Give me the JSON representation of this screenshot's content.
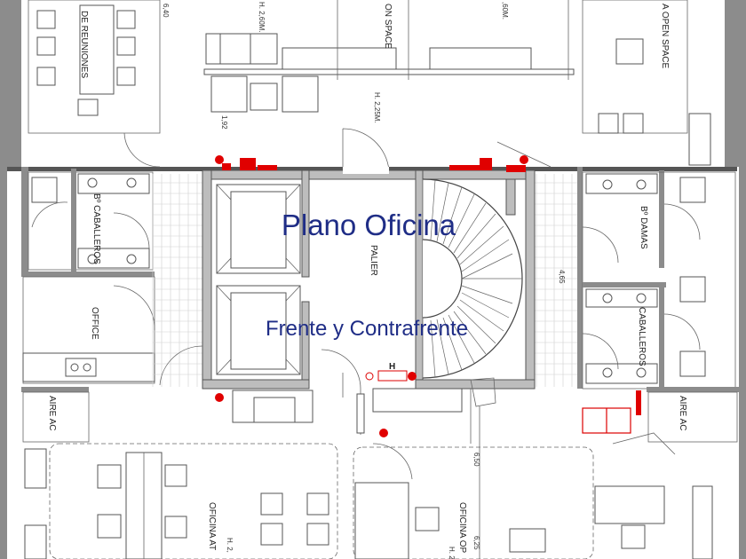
{
  "title": "Plano Oficina",
  "subtitle": "Frente y Contrafrente",
  "colors": {
    "title": "#1f2d86",
    "fire_equipment": "#e00000",
    "walls": "#8c8c8c"
  },
  "rooms": {
    "reuniones": "DE REUNIONES",
    "open_space_center": "ON SPACE",
    "open_space_right": "A OPEN SPACE",
    "palier": "PALIER",
    "banos_caballeros_left": "Bº CABALLEROS",
    "office": "OFFICE",
    "aire_ac_left": "AIRE AC",
    "banos_damas": "Bº DAMAS",
    "banos_caballeros_right": "CABALLEROS",
    "aire_ac_right": "AIRE AC",
    "oficina_bottom_left": "OFICINA AT",
    "oficina_bottom_mid": "OFICINA OP"
  },
  "dimensions": {
    "h_2_60": "H. 2,60M.",
    "h_2_25": "H. 2,25M.",
    "h_60": ",60M.",
    "d_6_40": "6,40",
    "d_1_92": "1,92",
    "d_4_65": "4,65",
    "d_6_50": "6,50",
    "d_6_25": "6,25",
    "h_2_bottom_left": "H. 2,",
    "h_2_bottom_mid": "H. 2,"
  },
  "symbols": {
    "hydrant": "H"
  }
}
